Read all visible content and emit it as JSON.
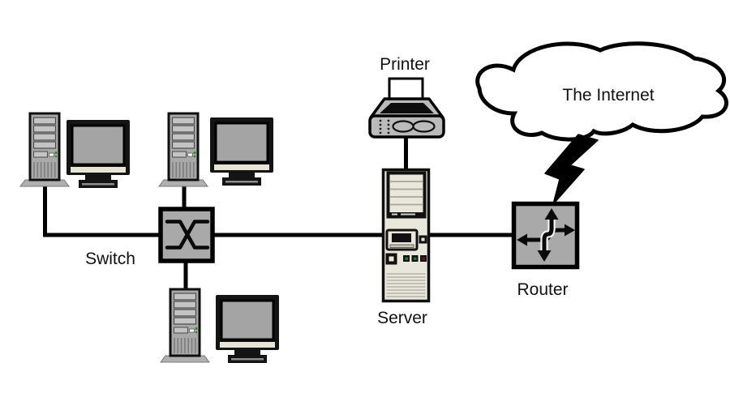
{
  "labels": {
    "switch": "Switch",
    "printer": "Printer",
    "server": "Server",
    "router": "Router",
    "internet": "The Internet"
  },
  "nodes": [
    {
      "id": "workstation-1",
      "kind": "computer"
    },
    {
      "id": "workstation-2",
      "kind": "computer"
    },
    {
      "id": "workstation-3",
      "kind": "computer"
    },
    {
      "id": "switch",
      "kind": "switch"
    },
    {
      "id": "printer",
      "kind": "printer"
    },
    {
      "id": "server",
      "kind": "server"
    },
    {
      "id": "router",
      "kind": "router"
    },
    {
      "id": "internet",
      "kind": "cloud"
    }
  ],
  "links": [
    [
      "workstation-1",
      "switch"
    ],
    [
      "workstation-2",
      "switch"
    ],
    [
      "workstation-3",
      "switch"
    ],
    [
      "switch",
      "server"
    ],
    [
      "printer",
      "server"
    ],
    [
      "server",
      "router"
    ],
    [
      "router",
      "internet"
    ]
  ],
  "colors": {
    "background": "#FFFFFF",
    "outline": "#000000",
    "device_fill": "#A9A9A9",
    "bay_fill": "#C4C4C4",
    "screen_fill": "#A4A4A4",
    "monitor_strip": "#E6E4D6",
    "server_fill": "#E9E7DC",
    "printer_fill": "#BBBBBB",
    "led_green": "#1F7A1F",
    "led_red": "#6B1414"
  }
}
